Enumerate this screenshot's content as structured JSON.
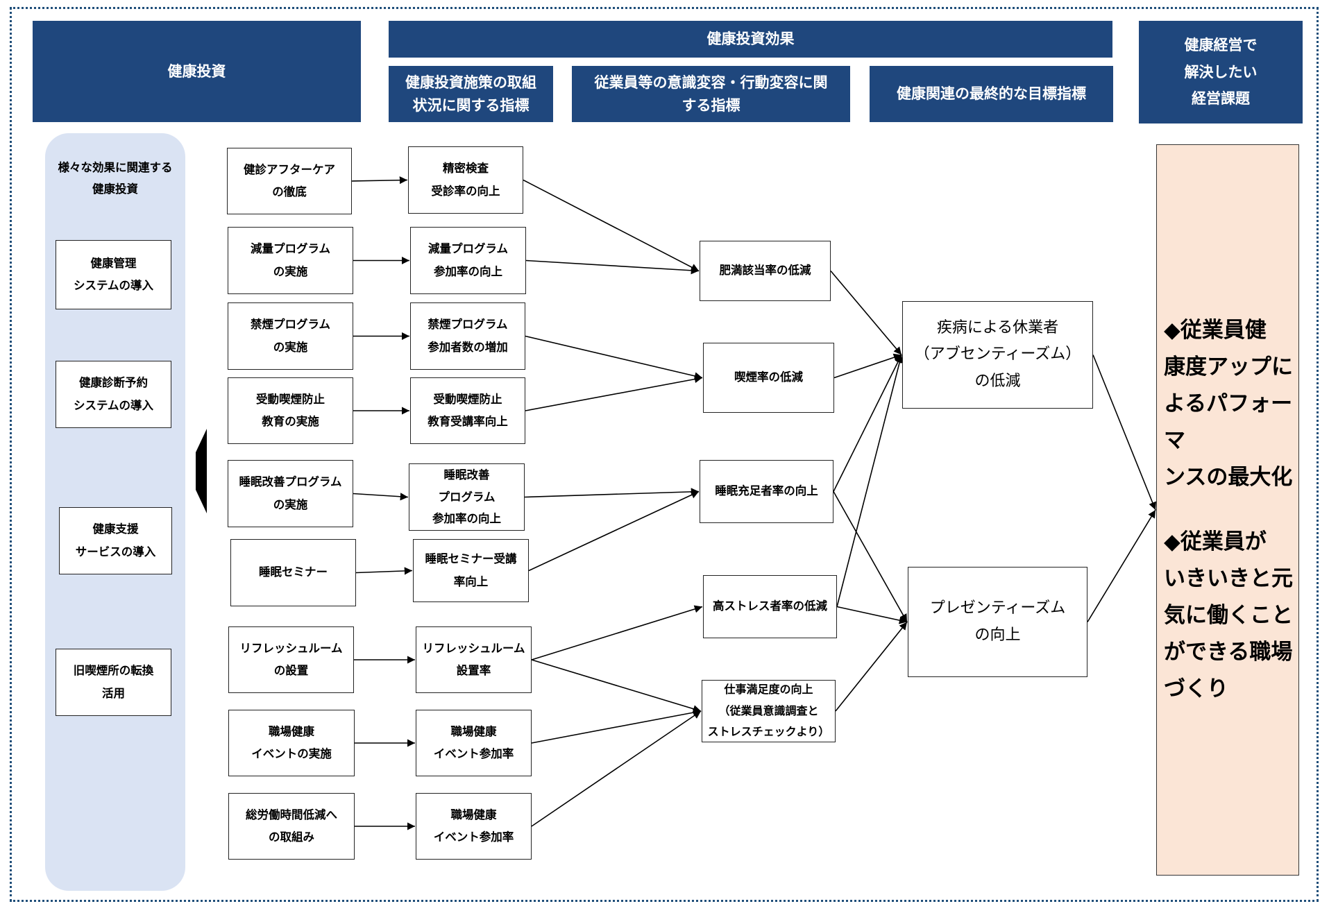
{
  "header": {
    "investment": "健康投資",
    "effect": "健康投資効果",
    "col1": [
      "健康投資施策の取組",
      "状況に関する指標"
    ],
    "col2": [
      "従業員等の意識変容・行動変容に関",
      "する指標"
    ],
    "col3": "健康関連の最終的な目標指標",
    "issue": [
      "健康経営で",
      "解決したい",
      "経営課題"
    ]
  },
  "left_panel": {
    "title": [
      "様々な効果に関連する",
      "健康投資"
    ],
    "items": [
      [
        "健康管理",
        "システムの導入"
      ],
      [
        "健康診断予約",
        "システムの導入"
      ],
      [
        "健康支援",
        "サービスの導入"
      ],
      [
        "旧喫煙所の転換",
        "活用"
      ]
    ]
  },
  "initiatives": [
    [
      "健診アフターケア",
      "の徹底"
    ],
    [
      "減量プログラム",
      "の実施"
    ],
    [
      "禁煙プログラム",
      "の実施"
    ],
    [
      "受動喫煙防止",
      "教育の実施"
    ],
    [
      "睡眠改善プログラム",
      "の実施"
    ],
    [
      "睡眠セミナー"
    ],
    [
      "リフレッシュルーム",
      "の設置"
    ],
    [
      "職場健康",
      "イベントの実施"
    ],
    [
      "総労働時間低減へ",
      "の取組み"
    ]
  ],
  "initiative_metrics": [
    [
      "精密検査",
      "受診率の向上"
    ],
    [
      "減量プログラム",
      "参加率の向上"
    ],
    [
      "禁煙プログラム",
      "参加者数の増加"
    ],
    [
      "受動喫煙防止",
      "教育受講率向上"
    ],
    [
      "睡眠改善",
      "プログラム",
      "参加率の向上"
    ],
    [
      "睡眠セミナー受講",
      "率向上"
    ],
    [
      "リフレッシュルーム",
      "設置率"
    ],
    [
      "職場健康",
      "イベント参加率"
    ],
    [
      "職場健康",
      "イベント参加率"
    ]
  ],
  "behavior_metrics": [
    [
      "肥満該当率の低減"
    ],
    [
      "喫煙率の低減"
    ],
    [
      "睡眠充足者率の向上"
    ],
    [
      "高ストレス者率の低減"
    ],
    [
      "仕事満足度の向上",
      "（従業員意識調査と",
      "ストレスチェックより）"
    ]
  ],
  "final_metrics": [
    [
      "疾病による休業者",
      "（アブセンティーズム）",
      "の低減"
    ],
    [
      "プレゼンティーズム",
      "の向上"
    ]
  ],
  "management_issues": [
    [
      "◆従業員健",
      "康度アップに",
      "よるパフォーマ",
      "ンスの最大化"
    ],
    [
      "◆従業員が",
      "いきいきと元",
      "気に働くこと",
      "ができる職場",
      "づくり"
    ]
  ],
  "colors": {
    "header_bg": "#1f477d",
    "left_panel_bg": "#dae3f3",
    "issue_bg": "#fbe5d6",
    "border": "#1f4e79"
  },
  "links": [
    [
      "i0",
      "m0"
    ],
    [
      "i1",
      "m1"
    ],
    [
      "i2",
      "m2"
    ],
    [
      "i3",
      "m3"
    ],
    [
      "i4",
      "m4"
    ],
    [
      "i5",
      "m5"
    ],
    [
      "i6",
      "m6"
    ],
    [
      "i7",
      "m7"
    ],
    [
      "i8",
      "m8"
    ],
    [
      "m0",
      "b0"
    ],
    [
      "m1",
      "b0"
    ],
    [
      "m2",
      "b1"
    ],
    [
      "m3",
      "b1"
    ],
    [
      "m4",
      "b2"
    ],
    [
      "m5",
      "b2"
    ],
    [
      "m6",
      "b3"
    ],
    [
      "m6",
      "b4"
    ],
    [
      "m7",
      "b4"
    ],
    [
      "m8",
      "b4"
    ],
    [
      "b0",
      "f0"
    ],
    [
      "b1",
      "f0"
    ],
    [
      "b2",
      "f0"
    ],
    [
      "b2",
      "f1"
    ],
    [
      "b3",
      "f0"
    ],
    [
      "b3",
      "f1"
    ],
    [
      "b4",
      "f1"
    ],
    [
      "f0",
      "x0"
    ],
    [
      "f1",
      "x0"
    ]
  ]
}
